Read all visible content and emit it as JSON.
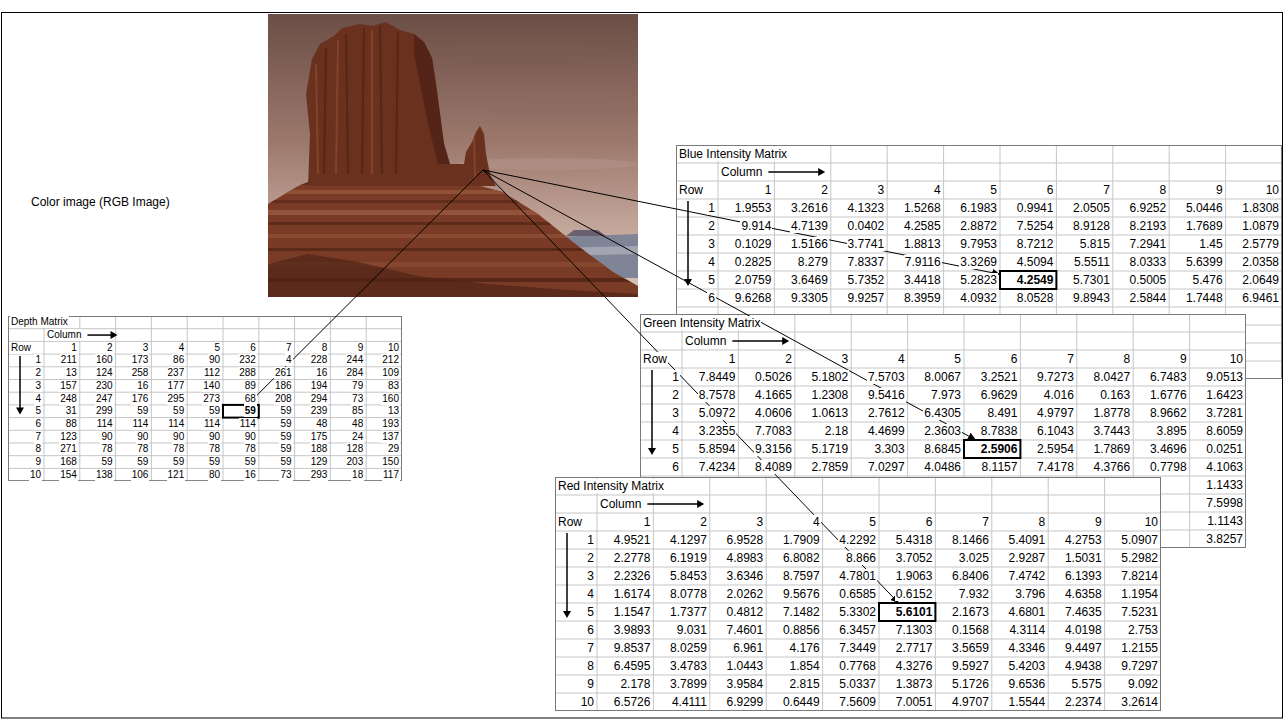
{
  "diagram": {
    "nodes": [
      {
        "text": [
          "Depth Matrix"
        ]
      },
      {
        "text": [
          "Blue Intensity Matrix"
        ]
      },
      {
        "text": [
          "Green Intensity Matrix"
        ]
      },
      {
        "text": [
          "Red Intensity Matrix"
        ]
      }
    ],
    "labels": [
      "Color image (RGB Image)",
      "Column",
      "Row",
      "1",
      "2",
      "3",
      "4",
      "5",
      "6",
      "7",
      "8",
      "9",
      "10",
      "1",
      "211",
      "160",
      "173",
      "86",
      "90",
      "232",
      "4",
      "228",
      "244",
      "212",
      "2",
      "13",
      "124",
      "258",
      "237",
      "112",
      "288",
      "261",
      "16",
      "284",
      "109",
      "3",
      "157",
      "230",
      "16",
      "177",
      "140",
      "89",
      "186",
      "194",
      "79",
      "83",
      "4",
      "248",
      "247",
      "176",
      "295",
      "273",
      "68",
      "208",
      "294",
      "73",
      "160",
      "5",
      "31",
      "299",
      "59",
      "59",
      "59",
      "59",
      "59",
      "239",
      "85",
      "13",
      "6",
      "88",
      "114",
      "114",
      "114",
      "114",
      "114",
      "59",
      "48",
      "48",
      "193",
      "7",
      "123",
      "90",
      "90",
      "90",
      "90",
      "90",
      "59",
      "175",
      "24",
      "137",
      "8",
      "271",
      "78",
      "78",
      "78",
      "78",
      "78",
      "59",
      "188",
      "128",
      "29",
      "9",
      "168",
      "59",
      "59",
      "59",
      "59",
      "59",
      "59",
      "129",
      "203",
      "150",
      "10",
      "154",
      "138",
      "106",
      "121",
      "80",
      "16",
      "73",
      "293",
      "18",
      "117",
      "Column",
      "Row",
      "1",
      "2",
      "3",
      "4",
      "5",
      "6",
      "7",
      "8",
      "9",
      "10",
      "1",
      "1.9553",
      "3.2616",
      "4.1323",
      "1.5268",
      "6.1983",
      "0.9941",
      "2.0505",
      "6.9252",
      "5.0446",
      "1.8308",
      "2",
      "9.914",
      "4.7139",
      "0.0402",
      "4.2585",
      "2.8872",
      "7.5254",
      "8.9128",
      "8.2193",
      "1.7689",
      "1.0879",
      "3",
      "0.1029",
      "1.5166",
      "3.7741",
      "1.8813",
      "9.7953",
      "8.7212",
      "5.815",
      "7.2941",
      "1.45",
      "2.5779",
      "4",
      "0.2825",
      "8.279",
      "7.8337",
      "7.9116",
      "3.3269",
      "4.5094",
      "5.5511",
      "8.0333",
      "5.6399",
      "2.0358",
      "5",
      "2.0759",
      "3.6469",
      "5.7352",
      "3.4418",
      "5.2823",
      "4.2549",
      "5.7301",
      "0.5005",
      "5.476",
      "2.0649",
      "6",
      "9.6268",
      "9.3305",
      "9.9257",
      "8.3959",
      "4.0932",
      "8.0528",
      "9.8943",
      "2.5844",
      "1.7448",
      "6.9461",
      "Column",
      "Row",
      "1",
      "2",
      "3",
      "4",
      "5",
      "6",
      "7",
      "8",
      "9",
      "10",
      "1",
      "7.8449",
      "0.5026",
      "5.1802",
      "7.5703",
      "8.0067",
      "3.2521",
      "9.7273",
      "8.0427",
      "6.7483",
      "9.0513",
      "2",
      "8.7578",
      "4.1665",
      "1.2308",
      "9.5416",
      "7.973",
      "6.9629",
      "4.016",
      "0.163",
      "1.6776",
      "1.6423",
      "3",
      "5.0972",
      "4.0606",
      "1.0613",
      "2.7612",
      "6.4305",
      "8.491",
      "4.9797",
      "1.8778",
      "8.9662",
      "3.7281",
      "4",
      "3.2355",
      "7.7083",
      "2.18",
      "4.4699",
      "2.3603",
      "8.7838",
      "6.1043",
      "3.7443",
      "3.895",
      "8.6059",
      "5",
      "5.8594",
      "9.3156",
      "5.1719",
      "3.303",
      "8.6845",
      "2.5906",
      "2.5954",
      "1.7869",
      "3.4696",
      "0.0251",
      "6",
      "7.4234",
      "8.4089",
      "2.7859",
      "7.0297",
      "4.0486",
      "8.1157",
      "7.4178",
      "4.3766",
      "0.7798",
      "4.1063",
      "1.1433",
      "7.5998",
      "1.1143",
      "3.8257",
      "Column",
      "Row",
      "1",
      "2",
      "3",
      "4",
      "5",
      "6",
      "7",
      "8",
      "9",
      "10",
      "1",
      "4.9521",
      "4.1297",
      "6.9528",
      "1.7909",
      "4.2292",
      "5.4318",
      "8.1466",
      "5.4091",
      "4.2753",
      "5.0907",
      "2",
      "2.2778",
      "6.1919",
      "4.8983",
      "6.8082",
      "8.866",
      "3.7052",
      "3.025",
      "2.9287",
      "1.5031",
      "5.2982",
      "3",
      "2.2326",
      "5.8453",
      "3.6346",
      "8.7597",
      "4.7801",
      "1.9063",
      "6.8406",
      "7.4742",
      "6.1393",
      "7.8214",
      "4",
      "1.6174",
      "8.0778",
      "2.0262",
      "9.5676",
      "0.6585",
      "0.6152",
      "7.932",
      "3.796",
      "4.6358",
      "1.1954",
      "5",
      "1.1547",
      "1.7377",
      "0.4812",
      "7.1482",
      "5.3302",
      "5.6101",
      "2.1673",
      "4.6801",
      "7.4635",
      "7.5231",
      "6",
      "3.9893",
      "9.031",
      "7.4601",
      "0.8856",
      "6.3457",
      "7.1303",
      "0.1568",
      "4.3114",
      "4.0198",
      "2.753",
      "7",
      "9.8537",
      "8.0259",
      "6.961",
      "4.176",
      "7.3449",
      "2.7717",
      "3.5659",
      "4.3346",
      "9.4497",
      "1.2155",
      "8",
      "6.4595",
      "3.4783",
      "1.0443",
      "1.854",
      "0.7768",
      "4.3276",
      "9.5927",
      "5.4203",
      "4.9438",
      "9.7297",
      "9",
      "2.178",
      "3.7899",
      "3.9584",
      "2.815",
      "5.0337",
      "1.3873",
      "5.1726",
      "9.6536",
      "5.575",
      "9.092",
      "10",
      "6.5726",
      "4.4111",
      "6.9299",
      "0.6449",
      "7.5609",
      "7.0051",
      "4.9707",
      "1.5544",
      "2.2374",
      "3.2614"
    ]
  }
}
